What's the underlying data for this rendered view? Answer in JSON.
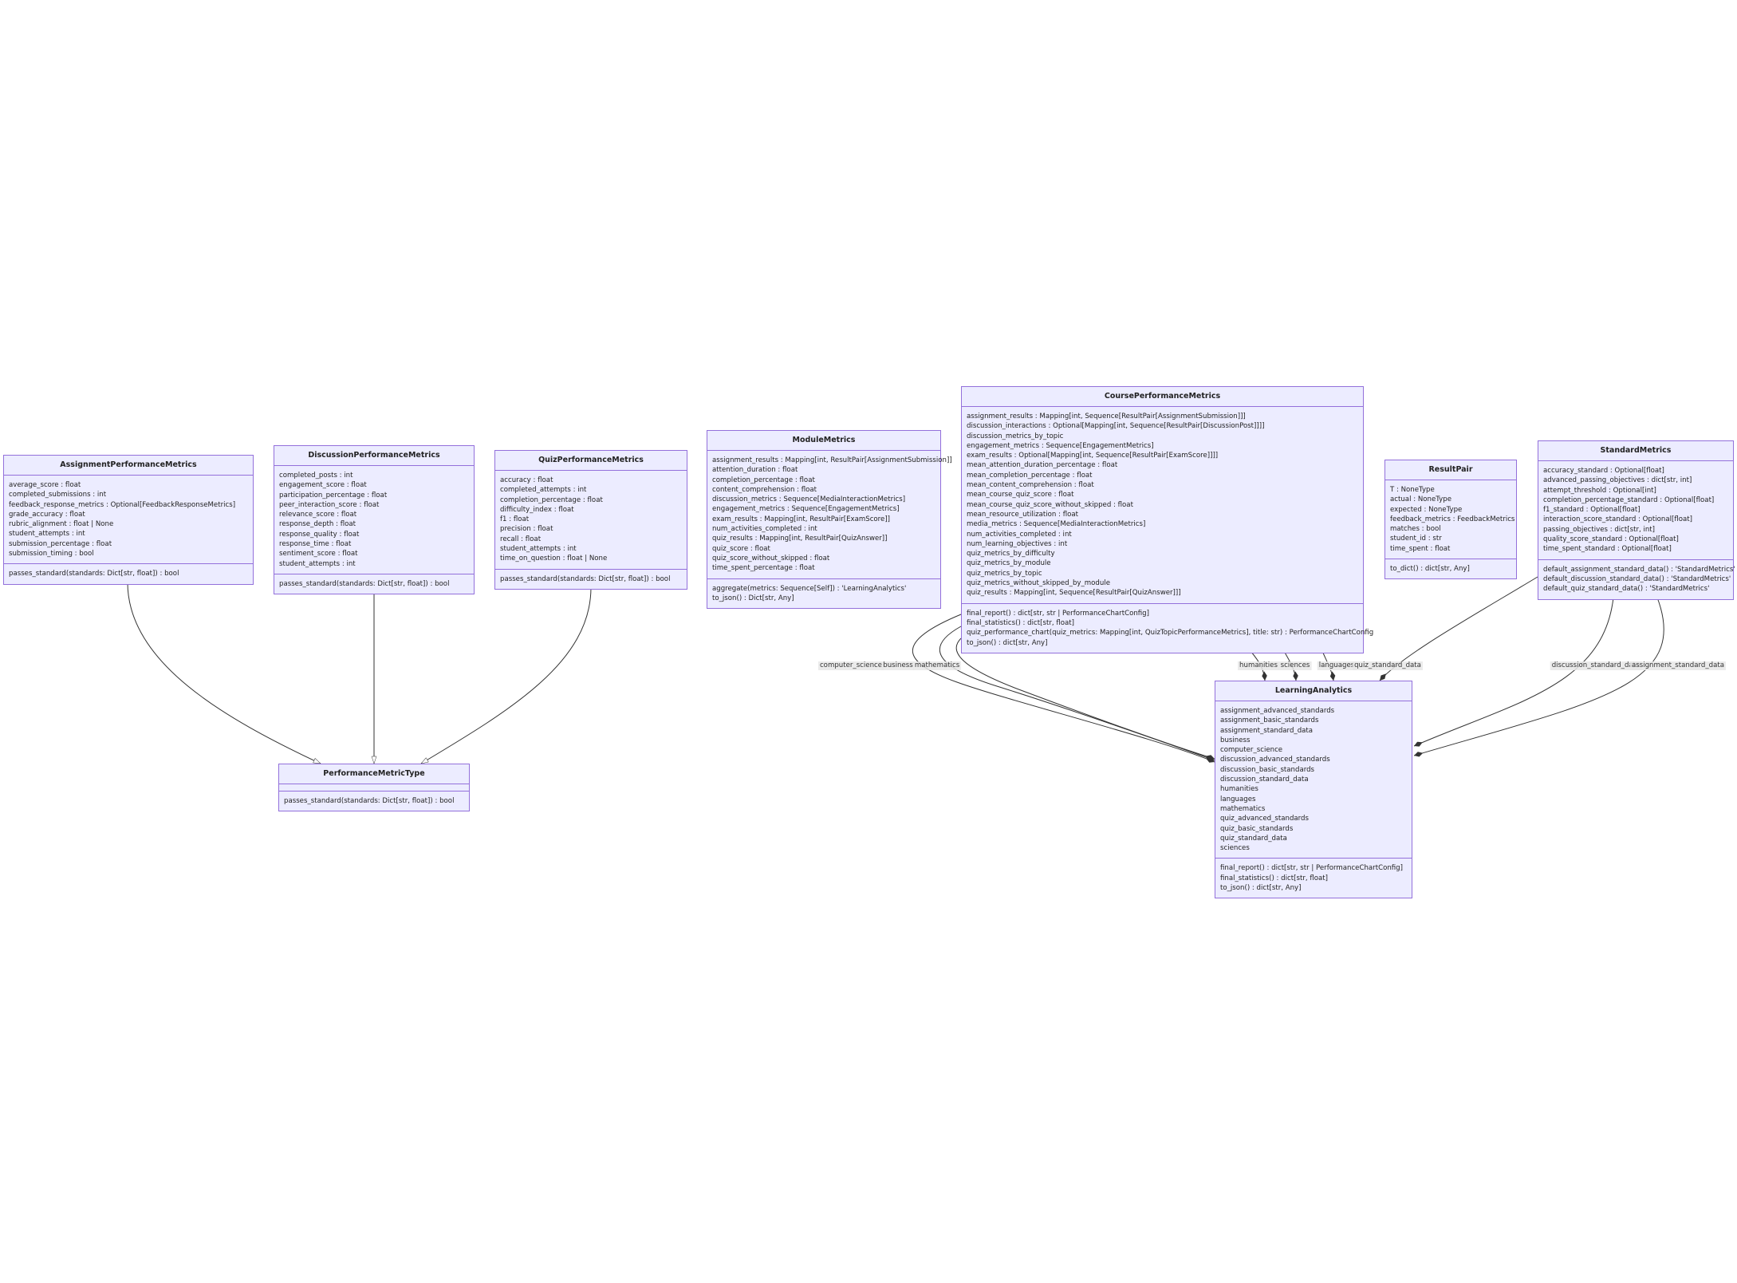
{
  "classes": {
    "apm": {
      "name": "AssignmentPerformanceMetrics",
      "attributes": [
        "average_score : float",
        "completed_submissions : int",
        "feedback_response_metrics : Optional[FeedbackResponseMetrics]",
        "grade_accuracy : float",
        "rubric_alignment : float | None",
        "student_attempts : int",
        "submission_percentage : float",
        "submission_timing : bool"
      ],
      "methods": [
        "passes_standard(standards: Dict[str, float]) : bool"
      ]
    },
    "dpm": {
      "name": "DiscussionPerformanceMetrics",
      "attributes": [
        "completed_posts : int",
        "engagement_score : float",
        "participation_percentage : float",
        "peer_interaction_score : float",
        "relevance_score : float",
        "response_depth : float",
        "response_quality : float",
        "response_time : float",
        "sentiment_score : float",
        "student_attempts : int"
      ],
      "methods": [
        "passes_standard(standards: Dict[str, float]) : bool"
      ]
    },
    "qpm": {
      "name": "QuizPerformanceMetrics",
      "attributes": [
        "accuracy : float",
        "completed_attempts : int",
        "completion_percentage : float",
        "difficulty_index : float",
        "f1 : float",
        "precision : float",
        "recall : float",
        "student_attempts : int",
        "time_on_question : float | None"
      ],
      "methods": [
        "passes_standard(standards: Dict[str, float]) : bool"
      ]
    },
    "mm": {
      "name": "ModuleMetrics",
      "attributes": [
        "assignment_results : Mapping[int, ResultPair[AssignmentSubmission]]",
        "attention_duration : float",
        "completion_percentage : float",
        "content_comprehension : float",
        "discussion_metrics : Sequence[MediaInteractionMetrics]",
        "engagement_metrics : Sequence[EngagementMetrics]",
        "exam_results : Mapping[int, ResultPair[ExamScore]]",
        "num_activities_completed : int",
        "quiz_results : Mapping[int, ResultPair[QuizAnswer]]",
        "quiz_score : float",
        "quiz_score_without_skipped : float",
        "time_spent_percentage : float"
      ],
      "methods": [
        "aggregate(metrics: Sequence[Self]) : 'LearningAnalytics'",
        "to_json() : Dict[str, Any]"
      ]
    },
    "cpm": {
      "name": "CoursePerformanceMetrics",
      "attributes": [
        "assignment_results : Mapping[int, Sequence[ResultPair[AssignmentSubmission]]]",
        "discussion_interactions : Optional[Mapping[int, Sequence[ResultPair[DiscussionPost]]]]",
        "discussion_metrics_by_topic",
        "engagement_metrics : Sequence[EngagementMetrics]",
        "exam_results : Optional[Mapping[int, Sequence[ResultPair[ExamScore]]]]",
        "mean_attention_duration_percentage : float",
        "mean_completion_percentage : float",
        "mean_content_comprehension : float",
        "mean_course_quiz_score : float",
        "mean_course_quiz_score_without_skipped : float",
        "mean_resource_utilization : float",
        "media_metrics : Sequence[MediaInteractionMetrics]",
        "num_activities_completed : int",
        "num_learning_objectives : int",
        "quiz_metrics_by_difficulty",
        "quiz_metrics_by_module",
        "quiz_metrics_by_topic",
        "quiz_metrics_without_skipped_by_module",
        "quiz_results : Mapping[int, Sequence[ResultPair[QuizAnswer]]]"
      ],
      "methods": [
        "final_report() : dict[str, str | PerformanceChartConfig]",
        "final_statistics() : dict[str, float]",
        "quiz_performance_chart(quiz_metrics: Mapping[int, QuizTopicPerformanceMetrics], title: str) : PerformanceChartConfig",
        "to_json() : dict[str, Any]"
      ]
    },
    "rp": {
      "name": "ResultPair",
      "attributes": [
        "T : NoneType",
        "actual : NoneType",
        "expected : NoneType",
        "feedback_metrics : FeedbackMetrics",
        "matches : bool",
        "student_id : str",
        "time_spent : float"
      ],
      "methods": [
        "to_dict() : dict[str, Any]"
      ]
    },
    "sm": {
      "name": "StandardMetrics",
      "attributes": [
        "accuracy_standard : Optional[float]",
        "advanced_passing_objectives : dict[str, int]",
        "attempt_threshold : Optional[int]",
        "completion_percentage_standard : Optional[float]",
        "f1_standard : Optional[float]",
        "interaction_score_standard : Optional[float]",
        "passing_objectives : dict[str, int]",
        "quality_score_standard : Optional[float]",
        "time_spent_standard : Optional[float]"
      ],
      "methods": [
        "default_assignment_standard_data() : 'StandardMetrics'",
        "default_discussion_standard_data() : 'StandardMetrics'",
        "default_quiz_standard_data() : 'StandardMetrics'"
      ]
    },
    "pmt": {
      "name": "PerformanceMetricType",
      "attributes": [],
      "methods": [
        "passes_standard(standards: Dict[str, float]) : bool"
      ]
    },
    "la": {
      "name": "LearningAnalytics",
      "attributes": [
        "assignment_advanced_standards",
        "assignment_basic_standards",
        "assignment_standard_data",
        "business",
        "computer_science",
        "discussion_advanced_standards",
        "discussion_basic_standards",
        "discussion_standard_data",
        "humanities",
        "languages",
        "mathematics",
        "quiz_advanced_standards",
        "quiz_basic_standards",
        "quiz_standard_data",
        "sciences"
      ],
      "methods": [
        "final_report() : dict[str, str | PerformanceChartConfig]",
        "final_statistics() : dict[str, float]",
        "to_json() : dict[str, Any]"
      ]
    }
  },
  "edge_labels": {
    "computer_science": "computer_science",
    "business": "business",
    "mathematics": "mathematics",
    "humanities": "humanities",
    "sciences": "sciences",
    "languages": "languages",
    "quiz_standard_data": "quiz_standard_data",
    "discussion_standard_data": "discussion_standard_data",
    "assignment_standard_data": "assignment_standard_data"
  },
  "colors": {
    "node_fill": "#ececff",
    "node_border": "#9370db",
    "edge": "#333333"
  }
}
